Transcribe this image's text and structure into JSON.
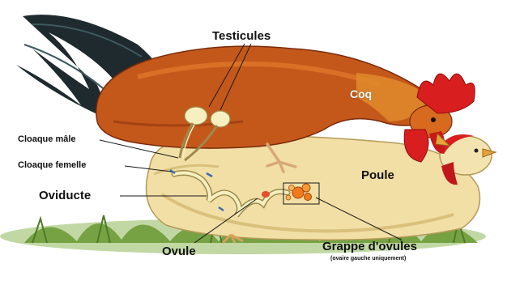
{
  "diagram": {
    "labels": {
      "testicules": "Testicules",
      "coq": "Coq",
      "cloaque_male": "Cloaque mâle",
      "cloaque_femelle": "Cloaque femelle",
      "oviducte": "Oviducte",
      "poule": "Poule",
      "ovule": "Ovule",
      "grappe": "Grappe d'ovules",
      "grappe_note": "(ovaire gauche uniquement)"
    },
    "colors": {
      "rooster_body": "#c4581b",
      "rooster_dark": "#8f3410",
      "tail": "#1f2a2e",
      "comb": "#d81e1e",
      "hen_body": "#f1dfa6",
      "hen_shade": "#d9c07c",
      "grass": "#6e9c3a",
      "organ": "#f6efbf",
      "ovary": "#f07a1a"
    }
  }
}
